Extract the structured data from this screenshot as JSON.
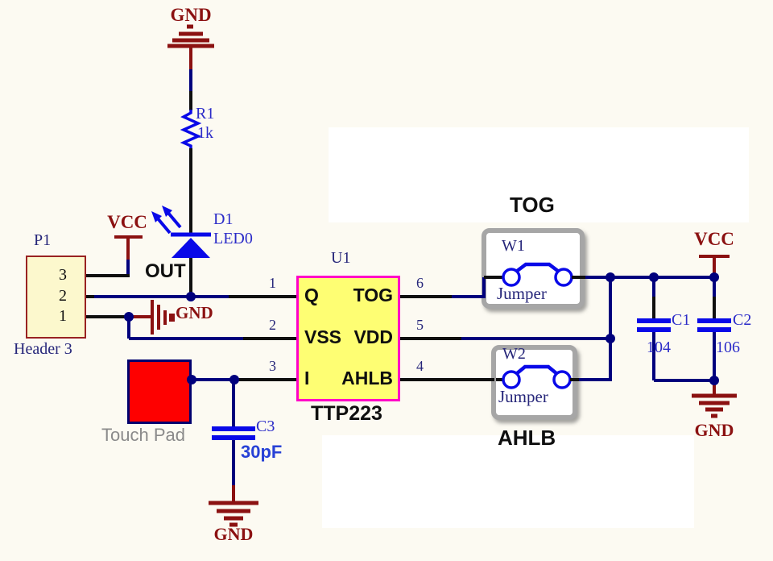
{
  "power": {
    "gnd_top": "GND",
    "vcc_left": "VCC",
    "gnd_mid": "GND",
    "gnd_bottom": "GND",
    "vcc_right": "VCC",
    "gnd_right": "GND"
  },
  "resistor": {
    "ref": "R1",
    "value": "1k"
  },
  "led": {
    "ref": "D1",
    "value": "LED0",
    "out_label": "OUT"
  },
  "header": {
    "ref": "P1",
    "value": "Header 3",
    "pins": [
      "3",
      "2",
      "1"
    ]
  },
  "chip": {
    "ref": "U1",
    "value": "TTP223",
    "pins_left": [
      {
        "num": "1",
        "label": "Q"
      },
      {
        "num": "2",
        "label": "VSS"
      },
      {
        "num": "3",
        "label": "I"
      }
    ],
    "pins_right": [
      {
        "num": "6",
        "label": "TOG"
      },
      {
        "num": "5",
        "label": "VDD"
      },
      {
        "num": "4",
        "label": "AHLB"
      }
    ]
  },
  "jumpers": {
    "w1": {
      "ref": "W1",
      "value": "Jumper",
      "net": "TOG"
    },
    "w2": {
      "ref": "W2",
      "value": "Jumper",
      "net": "AHLB"
    }
  },
  "touch_pad": {
    "label": "Touch Pad"
  },
  "capacitors": {
    "c1": {
      "ref": "C1",
      "value": "104"
    },
    "c2": {
      "ref": "C2",
      "value": "106"
    },
    "c3": {
      "ref": "C3",
      "value": "30pF"
    }
  },
  "colors": {
    "background": "#FCFAF2",
    "wire_navy": "#00007D",
    "wire_black": "#0F0F0F",
    "power_dark_red": "#8B1111",
    "component_blue": "#0909E8",
    "label_blue": "#2B2BC8",
    "ref_navy": "#26267A",
    "chip_fill": "#FEFE73",
    "chip_border": "#FF00C8",
    "header_fill": "#FCF8CD",
    "header_border": "#992222",
    "pad_red": "#FE0000",
    "jumper_box_gray": "#A6A6A6"
  }
}
